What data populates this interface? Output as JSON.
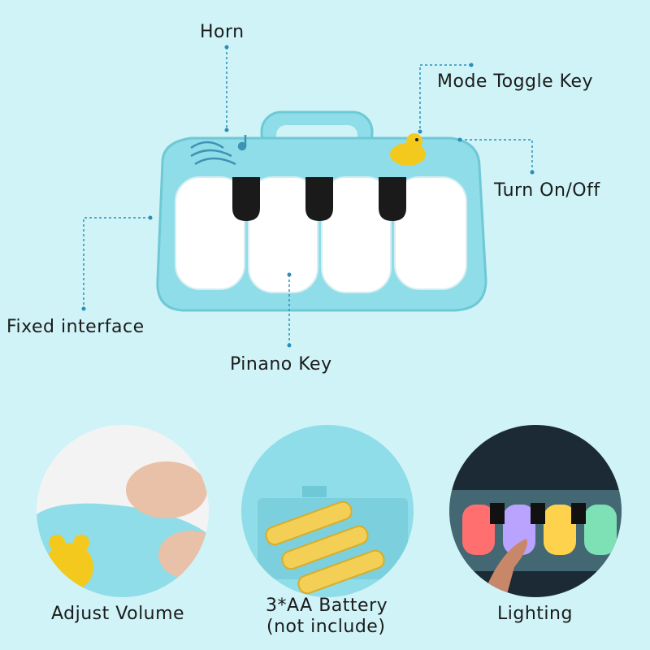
{
  "labels": {
    "horn": "Horn",
    "mode_toggle": "Mode Toggle Key",
    "turn_on_off": "Turn On/Off",
    "fixed_interface": "Fixed interface",
    "piano_key": "Pinano Key"
  },
  "features": [
    {
      "title": "Adjust Volume",
      "subtitle": ""
    },
    {
      "title": "3*AA Battery",
      "subtitle": "(not include)"
    },
    {
      "title": "Lighting",
      "subtitle": ""
    }
  ],
  "colors": {
    "background": "#cff3f7",
    "toy_body": "#8fdde8",
    "leader_line": "#2a8fb8",
    "battery": "#f3cf55"
  }
}
